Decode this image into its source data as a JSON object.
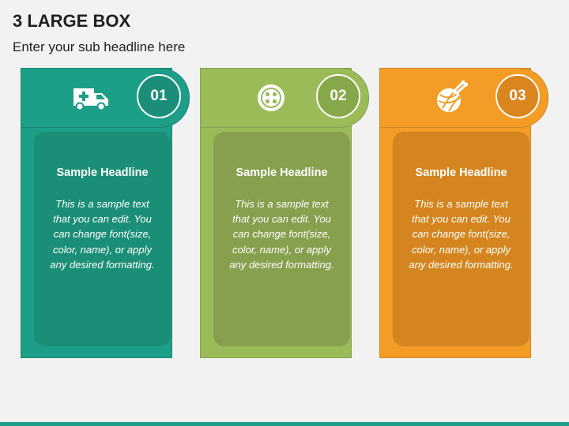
{
  "title": "3 LARGE BOX",
  "subtitle": "Enter your sub headline here",
  "cards": [
    {
      "number": "01",
      "icon": "ambulance-icon",
      "headline": "Sample Headline",
      "text": "This is a sample text that you can edit. You can change font(size, color, name), or apply any desired formatting.",
      "color": "#1d9e86"
    },
    {
      "number": "02",
      "icon": "button-icon",
      "headline": "Sample Headline",
      "text": "This is a sample text that you can edit. You can change font(size, color, name), or apply any desired formatting.",
      "color": "#9bbb59"
    },
    {
      "number": "03",
      "icon": "yarn-ball-icon",
      "headline": "Sample Headline",
      "text": "This is a sample text that you can edit. You can change font(size, color, name), or apply any desired formatting.",
      "color": "#f39c26"
    }
  ],
  "accent_color": "#1f9e8a"
}
